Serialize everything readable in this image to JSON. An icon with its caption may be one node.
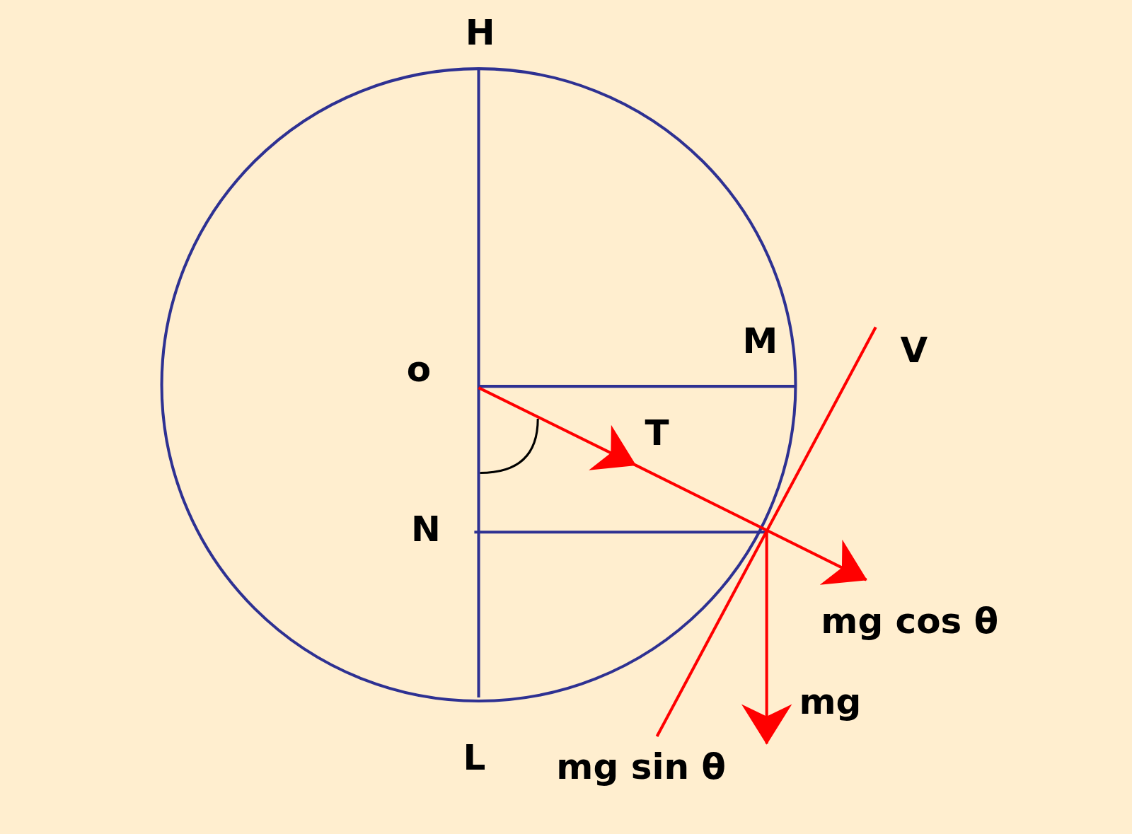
{
  "diagram": {
    "labels": [
      "H",
      "o",
      "M",
      "V",
      "T",
      "N",
      "mg cos θ",
      "mg",
      "L",
      "mg sin θ"
    ]
  }
}
